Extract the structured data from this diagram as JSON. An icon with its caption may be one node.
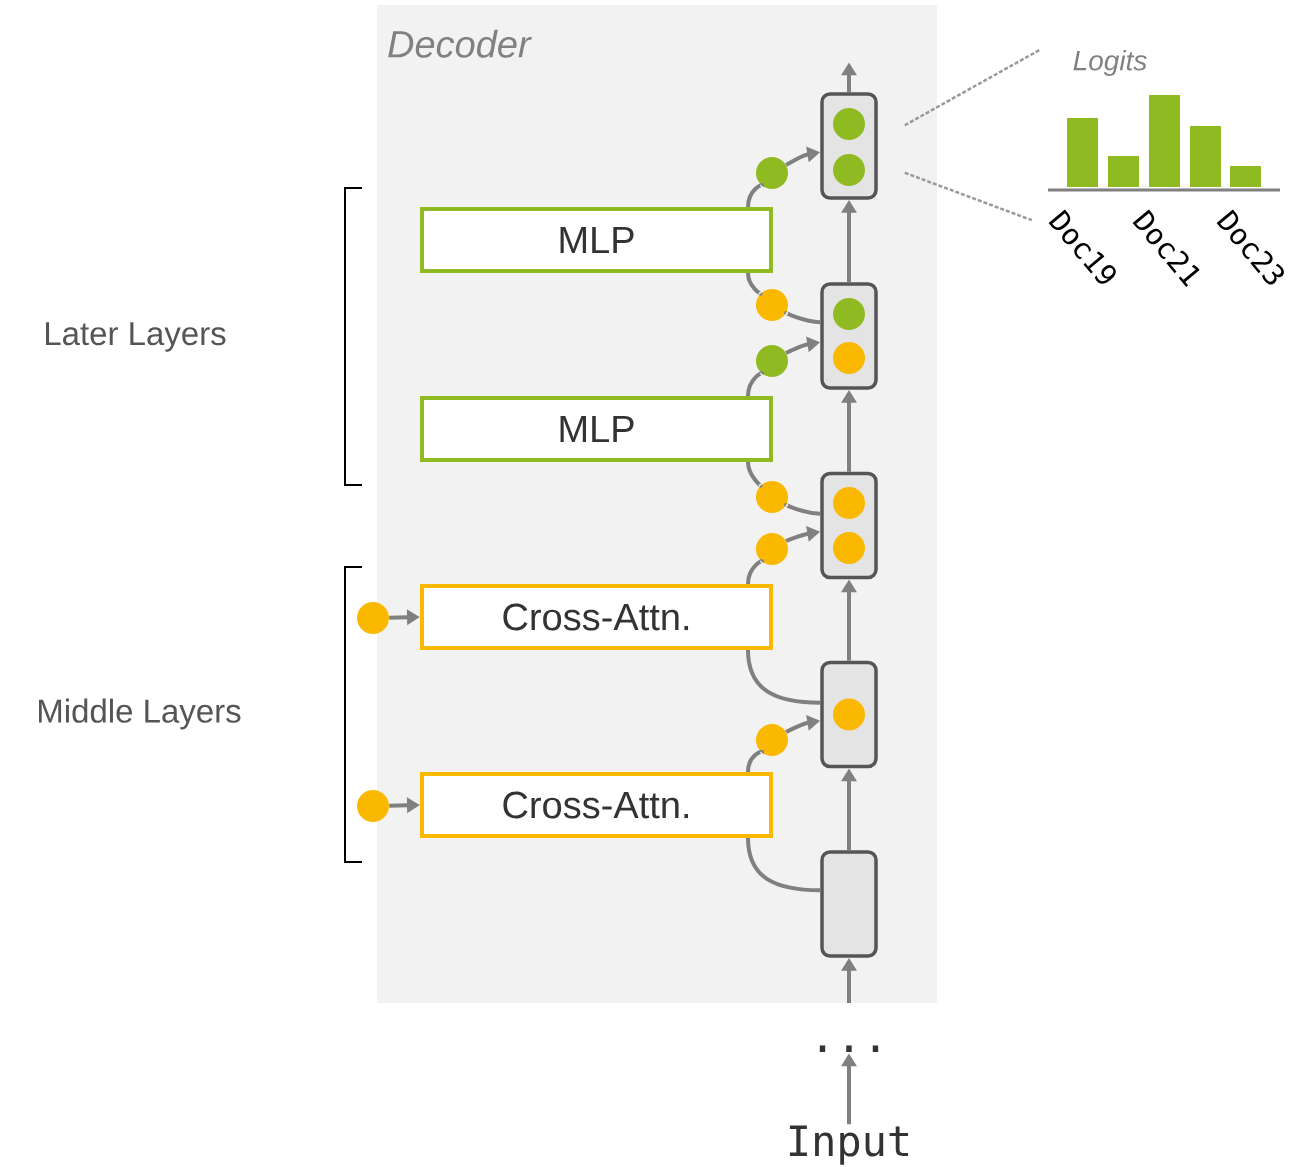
{
  "diagram": {
    "nodes": [
      {
        "text": [
          "Decoder"
        ]
      },
      {
        "text": [
          "MLP"
        ],
        "in": 0
      },
      {
        "text": [
          "MLP"
        ],
        "in": 0
      },
      {
        "text": [
          "Cross-Attn."
        ],
        "in": 0
      },
      {
        "text": [
          "Cross-Attn."
        ],
        "in": 0
      },
      {
        "text": [],
        "shape": "box",
        "in": 0
      },
      {
        "text": [],
        "shape": "box",
        "in": 0
      },
      {
        "text": [],
        "shape": "box",
        "in": 0
      },
      {
        "text": [],
        "shape": "box",
        "in": 0
      },
      {
        "text": [],
        "shape": "box",
        "in": 0
      },
      {
        "text": [],
        "shape": "circle",
        "in": 5
      },
      {
        "text": [],
        "shape": "circle",
        "in": 5
      },
      {
        "text": [],
        "shape": "circle",
        "in": 6
      },
      {
        "text": [],
        "shape": "circle",
        "in": 6
      },
      {
        "text": [],
        "shape": "circle",
        "in": 7
      },
      {
        "text": [],
        "shape": "circle",
        "in": 7
      },
      {
        "text": [],
        "shape": "circle",
        "in": 8
      },
      {
        "text": [],
        "shape": "circle",
        "in": 0
      },
      {
        "text": [],
        "shape": "circle",
        "in": 0
      },
      {
        "text": [],
        "shape": "circle",
        "in": 0
      },
      {
        "text": [],
        "shape": "circle",
        "in": 0
      },
      {
        "text": [],
        "shape": "circle",
        "in": 0
      },
      {
        "text": [],
        "shape": "circle",
        "in": 0
      },
      {
        "text": [],
        "shape": "circle"
      },
      {
        "text": [],
        "shape": "circle"
      },
      {
        "text": [],
        "shape": "picture"
      },
      {
        "text": [
          "..."
        ]
      },
      {
        "text": [
          "Input"
        ]
      }
    ],
    "edges": [
      {
        "from": 9,
        "to": 4,
        "arrow": "none"
      },
      {
        "from": 4,
        "to": 22,
        "arrow": "none"
      },
      {
        "from": 22,
        "to": 8,
        "arrow": "to"
      },
      {
        "from": 8,
        "to": 3,
        "arrow": "none"
      },
      {
        "from": 3,
        "to": 21,
        "arrow": "none"
      },
      {
        "from": 21,
        "to": 7,
        "arrow": "to"
      },
      {
        "from": 7,
        "to": 20,
        "arrow": "none"
      },
      {
        "from": 20,
        "to": 2,
        "arrow": "none"
      },
      {
        "from": 2,
        "to": 19,
        "arrow": "none"
      },
      {
        "from": 19,
        "to": 6,
        "arrow": "to"
      },
      {
        "from": 6,
        "to": 18,
        "arrow": "none"
      },
      {
        "from": 18,
        "to": 1,
        "arrow": "none"
      },
      {
        "from": 1,
        "to": 17,
        "arrow": "none"
      },
      {
        "from": 17,
        "to": 5,
        "arrow": "to"
      },
      {
        "from": 9,
        "to": 8,
        "arrow": "to"
      },
      {
        "from": 8,
        "to": 7,
        "arrow": "to"
      },
      {
        "from": 7,
        "to": 6,
        "arrow": "to"
      },
      {
        "from": 6,
        "to": 5,
        "arrow": "to"
      },
      {
        "from": 5,
        "to": null,
        "arrow": "to"
      },
      {
        "from": null,
        "to": 9,
        "arrow": "to"
      },
      {
        "from": 23,
        "to": 3,
        "arrow": "to"
      },
      {
        "from": 24,
        "to": 4,
        "arrow": "to"
      },
      {
        "from": 5,
        "to": 25,
        "arrow": "none",
        "style": "dashed"
      },
      {
        "from": 5,
        "to": 25,
        "arrow": "none",
        "style": "dashed"
      },
      {
        "from": 27,
        "to": 26,
        "arrow": "to"
      }
    ],
    "labels": [
      "Logits",
      "Doc19",
      "Doc21",
      "Doc23",
      "Later Layers",
      "Middle Layers"
    ]
  }
}
